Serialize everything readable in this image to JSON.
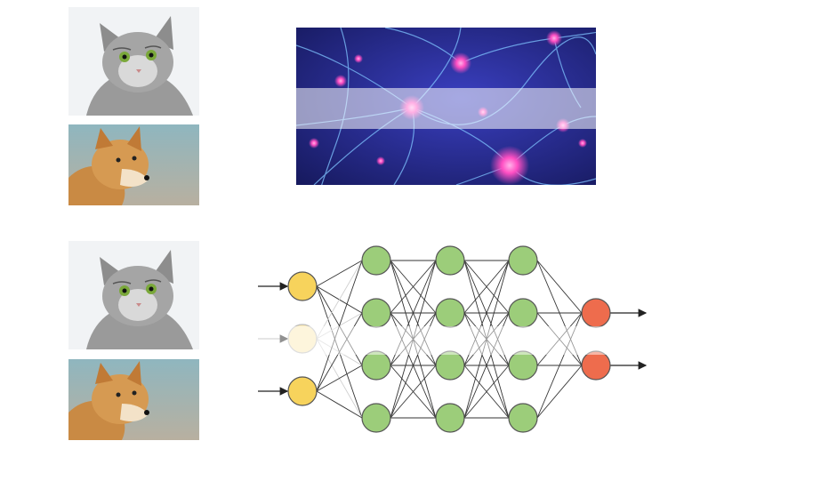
{
  "images": {
    "cat_top": "cat-photo",
    "dog_top": "shiba-dog-photo",
    "cat_bottom": "cat-photo",
    "dog_bottom": "shiba-dog-photo",
    "neurons": "biological-neurons-photo"
  },
  "network": {
    "layers": [
      3,
      4,
      4,
      4,
      2
    ],
    "colors": {
      "input": "#f7d35c",
      "input_faded": "#faeab8",
      "hidden": "#9ccd7a",
      "output": "#ee6c4d",
      "stroke": "#555555"
    }
  },
  "colors": {
    "neuron_bg_dark": "#1c1f6e",
    "neuron_bg_light": "#3a3fc0",
    "neuron_glow": "#ff4fc3"
  }
}
